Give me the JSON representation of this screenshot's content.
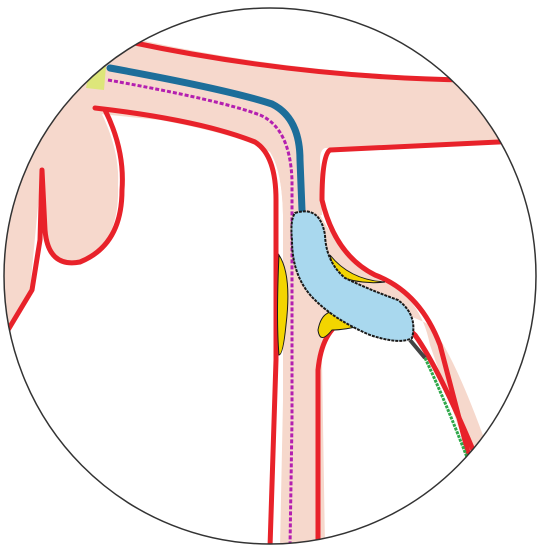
{
  "figure": {
    "title": "",
    "labels": [],
    "structures": [
      "circular-inset-frame",
      "main-vessel-horizontal",
      "descending-vessel-left",
      "side-branch-right",
      "looped-vessel-left",
      "blue-catheter",
      "magenta-guidewire",
      "blue-balloon",
      "green-guidewire",
      "yellow-plaque-lesions",
      "yellow-green-plaque-corner"
    ]
  },
  "colors": {
    "vessel_wall": "#e8222a",
    "vessel_lumen": "#f6d8cc",
    "catheter": "#1d6e9a",
    "guidewire_magenta": "#b41fb0",
    "balloon": "#a9d8ee",
    "balloon_outline": "#1a1a1a",
    "plaque": "#f3d500",
    "plaque_corner": "#dde67a",
    "wire_green": "#2fa84a",
    "frame": "#333333"
  }
}
